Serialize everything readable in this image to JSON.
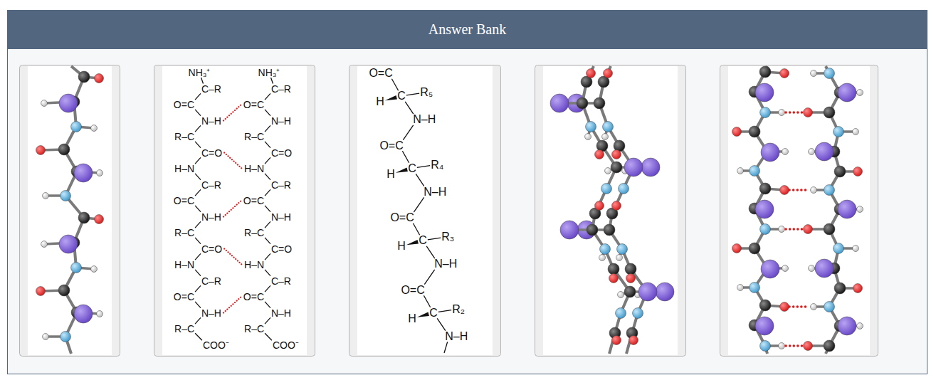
{
  "diagram": {
    "title": "Answer Bank",
    "labels": [
      "NH₃⁺",
      "C–R",
      "O=C",
      "N–H",
      "R–C",
      "C=O",
      "H–N",
      "C–R",
      "O=C",
      "N–H",
      "R–C",
      "C=O",
      "H–N",
      "C–R",
      "O=C",
      "N–H",
      "R–C",
      "COO⁻",
      "NH₃⁺",
      "C–R",
      "O=C",
      "N–H",
      "R–C",
      "C=O",
      "H–N",
      "C–R",
      "O=C",
      "N–H",
      "R–C",
      "C=O",
      "H–N",
      "C–R",
      "O=C",
      "N–H",
      "R–C",
      "COO⁻",
      "O=C",
      "H",
      "C",
      "R₅",
      "N–H",
      "O=C",
      "H",
      "C",
      "R₄",
      "N–H",
      "O=C",
      "H",
      "C",
      "R₃",
      "N–H",
      "O=C",
      "H",
      "C",
      "R₂",
      "N–H"
    ]
  }
}
